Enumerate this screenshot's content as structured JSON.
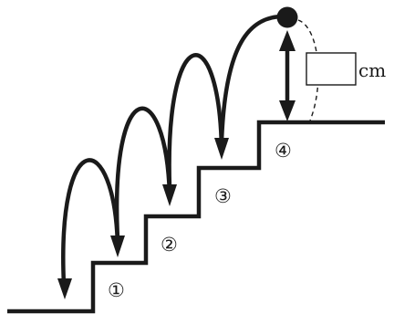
{
  "steps": [
    "①",
    "②",
    "③",
    "④"
  ],
  "unit": "cm"
}
